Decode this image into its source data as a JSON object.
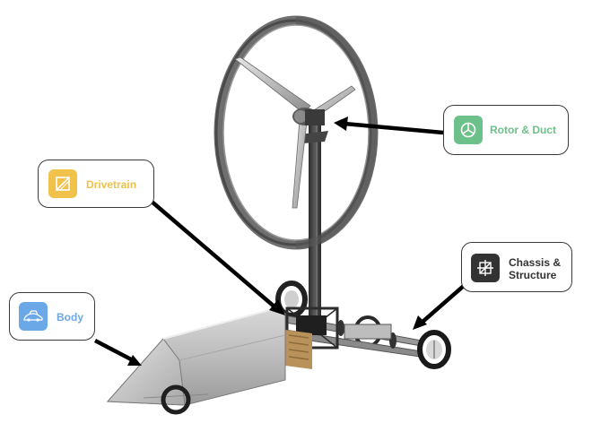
{
  "callouts": {
    "rotor": {
      "label": "Rotor & Duct",
      "color": "#6cc08a",
      "icon": "rotor-icon"
    },
    "drivetrain": {
      "label": "Drivetrain",
      "color": "#f0c14b",
      "icon": "gearbox-icon"
    },
    "chassis": {
      "line1": "Chassis &",
      "line2": "Structure",
      "color": "#333333",
      "icon": "frame-icon"
    },
    "body": {
      "label": "Body",
      "color": "#6aa8e8",
      "icon": "car-body-icon"
    }
  }
}
